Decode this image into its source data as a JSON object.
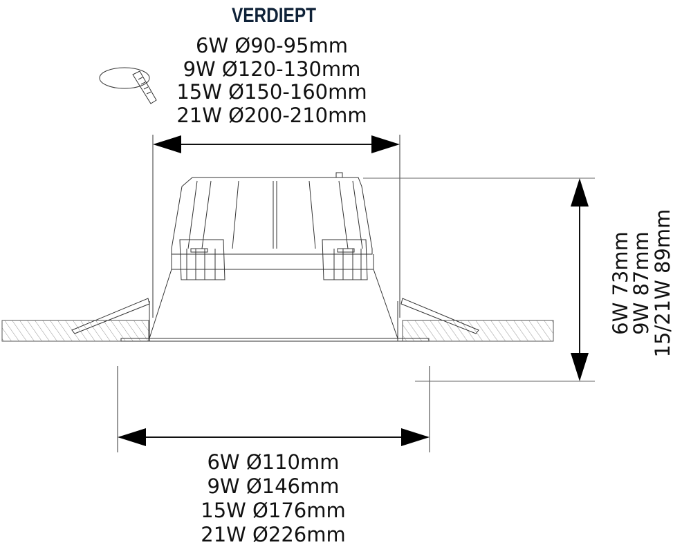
{
  "title": "VERDIEPT",
  "cutout_diameters": [
    "6W Ø90-95mm",
    "9W Ø120-130mm",
    "15W Ø150-160mm",
    "21W Ø200-210mm"
  ],
  "outer_diameters": [
    "6W Ø110mm",
    "9W Ø146mm",
    "15W Ø176mm",
    "21W Ø226mm"
  ],
  "heights": [
    "6W 73mm",
    "9W 87mm",
    "15/21W 89mm"
  ],
  "colors": {
    "title": "#0f2238",
    "lines": "#333333"
  }
}
